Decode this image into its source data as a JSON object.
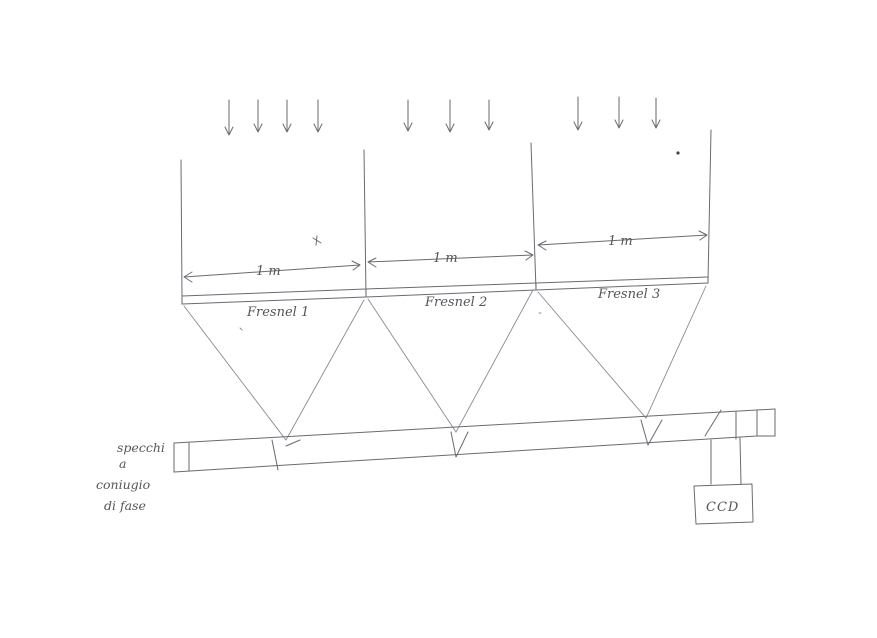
{
  "dimension_labels": [
    "1 m",
    "1 m",
    "1 m"
  ],
  "lens_labels": [
    "Fresnel 1",
    "Fresnel 2",
    "Fresnel 3"
  ],
  "mirror_note": [
    "specchi",
    "a",
    "coniugio",
    "di fase"
  ],
  "detector_label": "CCD",
  "ink_color": "#6a6a72"
}
